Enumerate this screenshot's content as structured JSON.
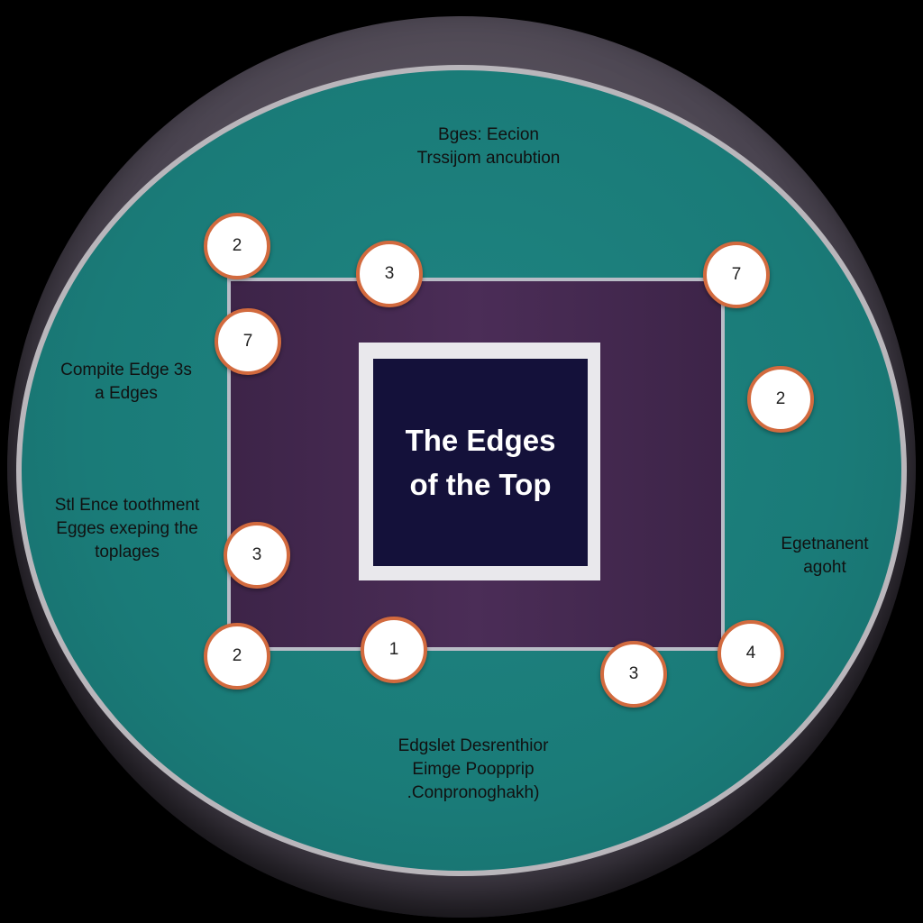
{
  "diagram": {
    "center_title": "The Edges\nof the Top",
    "top_label": {
      "lines": "Bges: Eecion\nTrssijom ancubtion"
    },
    "left_label_1": {
      "lines": "Compite Edge 3s\na Edges"
    },
    "left_label_2": {
      "lines": "Stl Ence toothment\nEgges exeping the\ntoplages"
    },
    "right_label": {
      "lines": "Egetnanent\nagoht"
    },
    "bottom_label": {
      "lines": "Edgslet Desrenthior\nEimge Poopprip\n.Conpronoghakh)"
    },
    "nodes": [
      {
        "id": "n1",
        "value": "2"
      },
      {
        "id": "n2",
        "value": "3"
      },
      {
        "id": "n3",
        "value": "7"
      },
      {
        "id": "n4",
        "value": "7"
      },
      {
        "id": "n5",
        "value": "2"
      },
      {
        "id": "n6",
        "value": "3"
      },
      {
        "id": "n7",
        "value": "2"
      },
      {
        "id": "n8",
        "value": "1"
      },
      {
        "id": "n9",
        "value": "3"
      },
      {
        "id": "n10",
        "value": "4"
      }
    ]
  },
  "colors": {
    "background": "#000000",
    "disc": "#1a7b78",
    "square": "#4b2d57",
    "center_box": "#14113a",
    "node_border": "#d26a3e"
  }
}
